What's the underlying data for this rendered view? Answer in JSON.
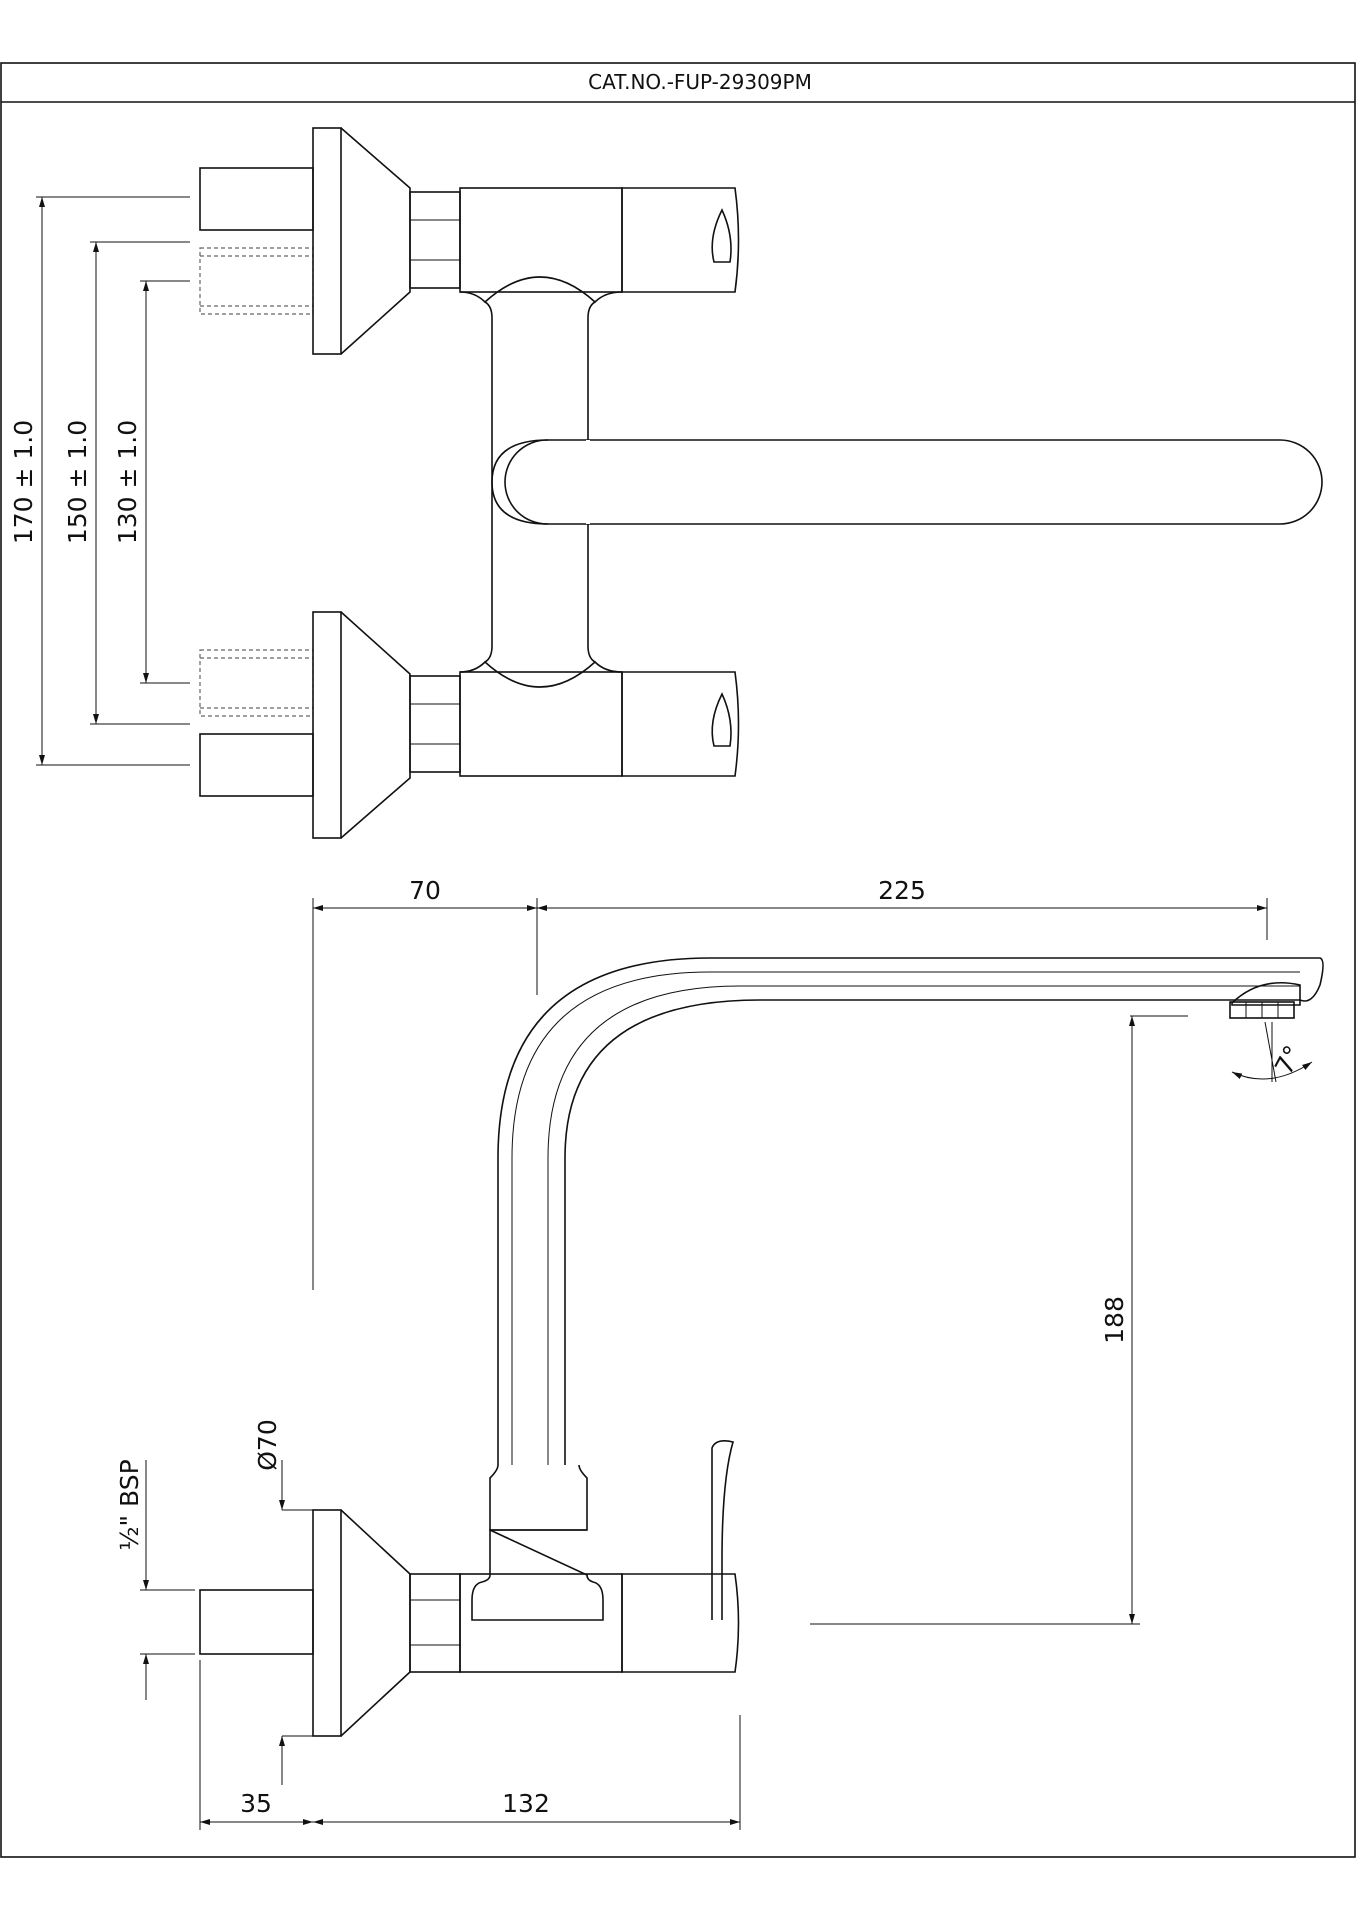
{
  "title": "CAT.NO.-FUP-29309PM",
  "dimensions": {
    "d170": "170 ± 1.0",
    "d150": "150 ± 1.0",
    "d130": "130 ± 1.0",
    "d70": "70",
    "d225": "225",
    "d188": "188",
    "angle": "7°",
    "diameter": "Ø70",
    "bsp": "½\" BSP",
    "d35": "35",
    "d132": "132"
  },
  "colors": {
    "line": "#111111",
    "background": "#ffffff",
    "hidden": "#666666"
  }
}
